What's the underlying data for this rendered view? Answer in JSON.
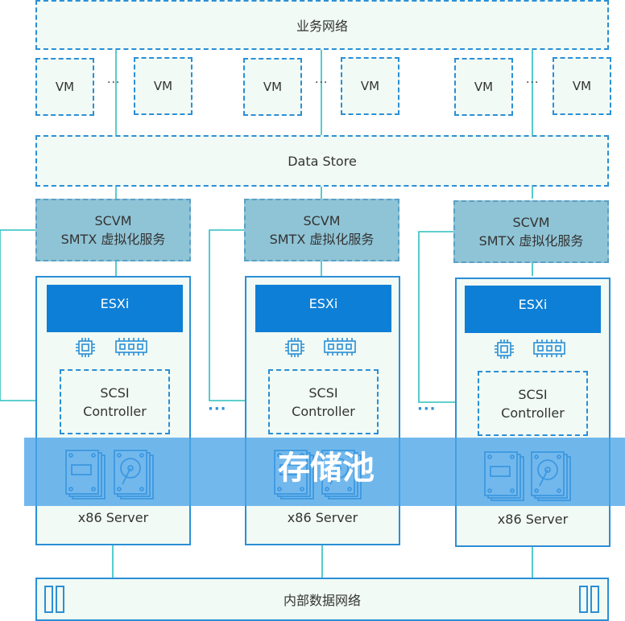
{
  "colors": {
    "line": "#2bbfbf",
    "border": "#2b8fd6",
    "esxi": "#0e7fd6",
    "scvm": "#8fc4d6",
    "pool_band": "#4aa4e8",
    "panel": "#f1faf4"
  },
  "business_network": "业务网络",
  "vm_label": "VM",
  "ellipsis": "···",
  "data_store": "Data Store",
  "scvm": {
    "line1": "SCVM",
    "line2": "SMTX 虚拟化服务"
  },
  "esxi": "ESXi",
  "scsi": {
    "line1": "SCSI",
    "line2": "Controller"
  },
  "server_label": "x86 Server",
  "node_ellipsis": "···",
  "storage_pool": "存储池",
  "internal_network": "内部数据网络",
  "icons": {
    "cpu": "cpu-chip-icon",
    "memory": "memory-module-icon",
    "ssd": "ssd-drive-icon",
    "hdd": "hard-disk-drive-icon",
    "rack_port": "rack-port-icon"
  }
}
